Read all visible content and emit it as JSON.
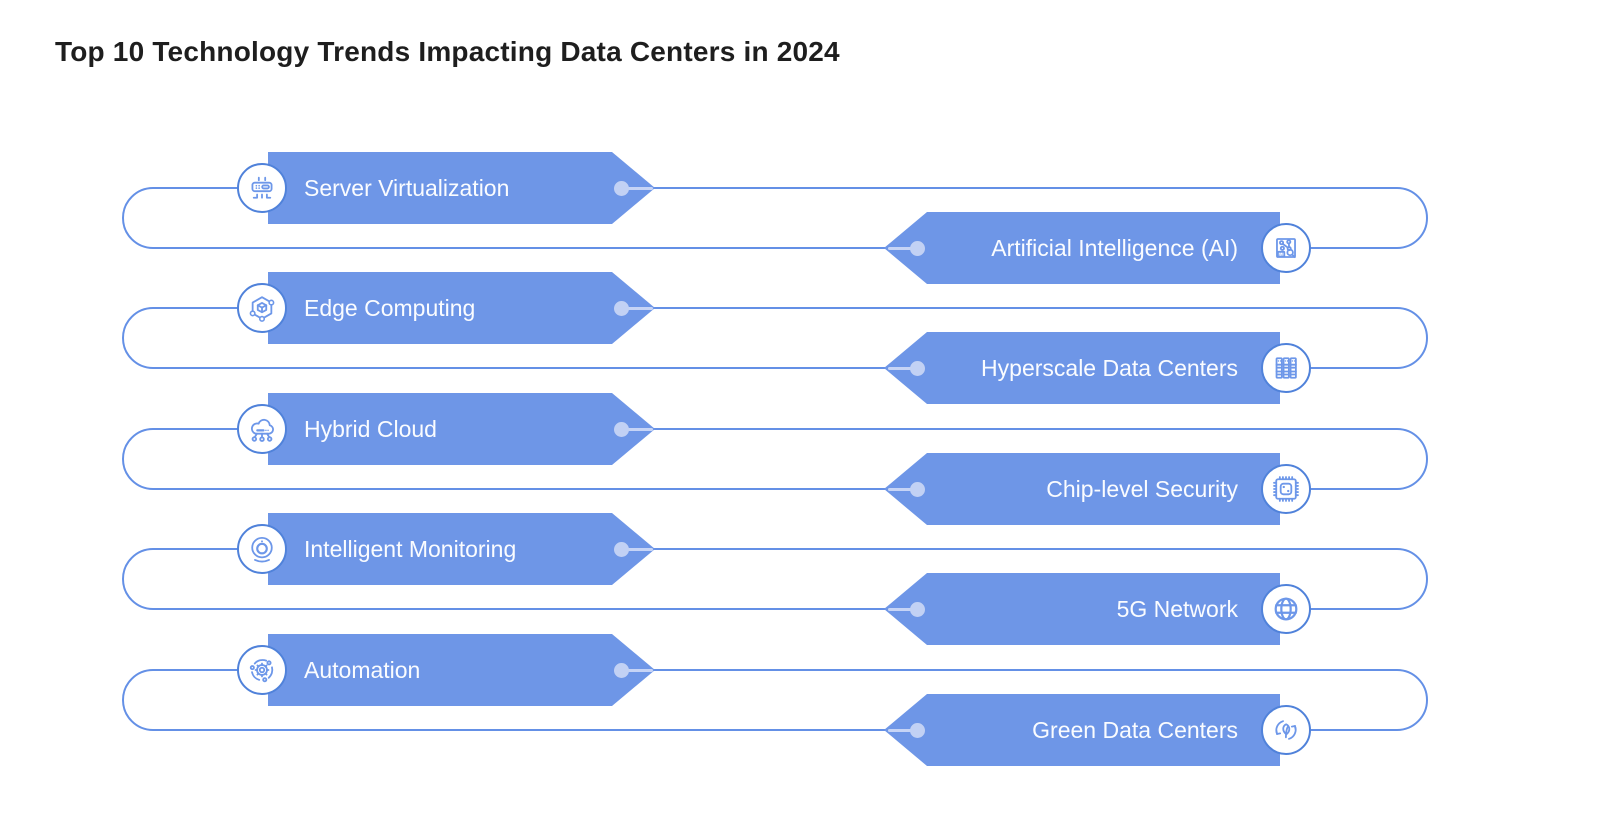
{
  "page": {
    "title": "Top 10 Technology Trends Impacting Data Centers in 2024"
  },
  "colors": {
    "banner_fill": "#6e96e7",
    "connector_line": "#6490e6",
    "badge_ring": "#5082da",
    "icon_stroke": "#6d97e9",
    "connector_dot": "#c2d1f4",
    "label_text": "#ffffff",
    "title_text": "#1e1e1e",
    "background": "#ffffff"
  },
  "trends": [
    {
      "rank": 1,
      "label": "Server Virtualization",
      "side": "left",
      "icon": "server-virtualization-icon"
    },
    {
      "rank": 2,
      "label": "Artificial Intelligence (AI)",
      "side": "right",
      "icon": "ai-circuit-icon"
    },
    {
      "rank": 3,
      "label": "Edge Computing",
      "side": "left",
      "icon": "edge-computing-icon"
    },
    {
      "rank": 4,
      "label": "Hyperscale Data Centers",
      "side": "right",
      "icon": "server-racks-icon"
    },
    {
      "rank": 5,
      "label": "Hybrid Cloud",
      "side": "left",
      "icon": "cloud-network-icon"
    },
    {
      "rank": 6,
      "label": "Chip-level Security",
      "side": "right",
      "icon": "secure-chip-icon"
    },
    {
      "rank": 7,
      "label": "Intelligent Monitoring",
      "side": "left",
      "icon": "webcam-monitor-icon"
    },
    {
      "rank": 8,
      "label": "5G Network",
      "side": "right",
      "icon": "globe-network-icon"
    },
    {
      "rank": 9,
      "label": "Automation",
      "side": "left",
      "icon": "gear-orbit-icon"
    },
    {
      "rank": 10,
      "label": "Green Data Centers",
      "side": "right",
      "icon": "eco-leaf-cycle-icon"
    }
  ]
}
